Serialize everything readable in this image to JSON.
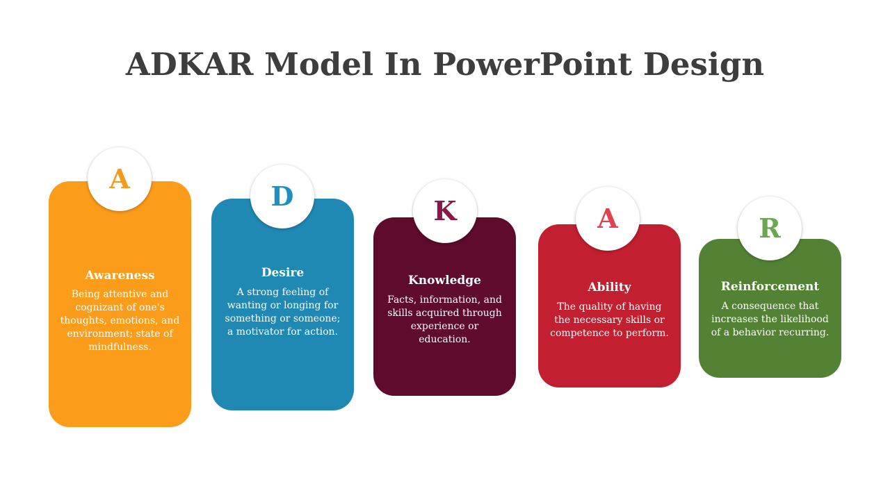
{
  "title": "ADKAR Model In PowerPoint Design",
  "stages": [
    {
      "letter": "A",
      "heading": "Awareness",
      "text": "Being attentive and cognizant of one's thoughts, emotions, and environment; state of mindfulness.",
      "color": "#fb9c1a"
    },
    {
      "letter": "D",
      "heading": "Desire",
      "text": "A strong feeling of wanting or longing for something or someone; a motivator for action.",
      "color": "#1f89b3"
    },
    {
      "letter": "K",
      "heading": "Knowledge",
      "text": "Facts, information, and skills acquired through experience or education.",
      "color": "#5e0b2d"
    },
    {
      "letter": "A",
      "heading": "Ability",
      "text": "The quality of having the necessary skills or competence to perform.",
      "color": "#c21f30"
    },
    {
      "letter": "R",
      "heading": "Reinforcement",
      "text": "A consequence that increases the likelihood of a behavior recurring.",
      "color": "#548235"
    }
  ],
  "letter_colors": [
    "#f39a1c",
    "#1d8fc0",
    "#8b1745",
    "#e0414f",
    "#6aa84f"
  ]
}
